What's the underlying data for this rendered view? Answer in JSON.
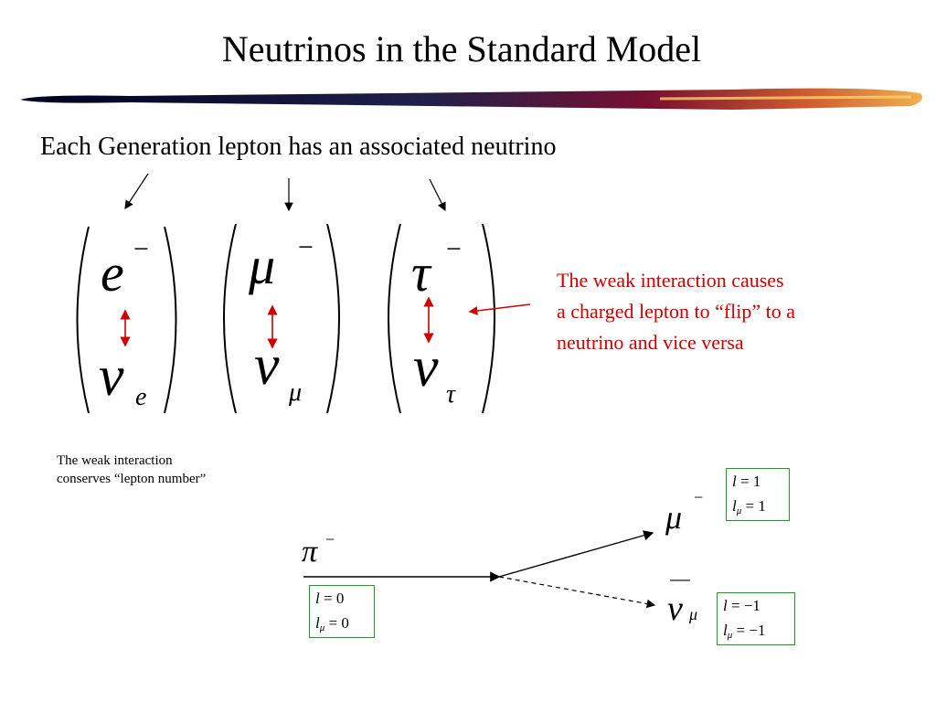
{
  "slide": {
    "title": "Neutrinos in the Standard Model",
    "intro": "Each Generation lepton has an associated neutrino",
    "weak_note_lines": [
      "The weak interaction causes",
      "a charged lepton to “flip” to a",
      "neutrino and vice versa"
    ],
    "conserve_lines": [
      "The weak interaction",
      "conserves “lepton number”"
    ]
  },
  "doublets": [
    {
      "upper": "e",
      "upper_sup": "−",
      "lower": "ν",
      "lower_sub": "e"
    },
    {
      "upper": "μ",
      "upper_sup": "−",
      "lower": "ν",
      "lower_sub": "μ"
    },
    {
      "upper": "τ",
      "upper_sup": "−",
      "lower": "ν",
      "lower_sub": "τ"
    }
  ],
  "decay": {
    "initial": {
      "symbol": "π",
      "sup": "−"
    },
    "muon": {
      "symbol": "μ",
      "sup": "−"
    },
    "antineutrino": {
      "symbol": "ν",
      "sub": "μ",
      "bar": "—"
    }
  },
  "quantum_numbers": {
    "pi": {
      "l_label": "l",
      "l_eq": "= 0",
      "lmu_label": "l",
      "lmu_sub": "μ",
      "lmu_eq": "= 0"
    },
    "mu": {
      "l_label": "l",
      "l_eq": "= 1",
      "lmu_label": "l",
      "lmu_sub": "μ",
      "lmu_eq": "= 1"
    },
    "nu": {
      "l_label": "l",
      "l_eq": "= −1",
      "lmu_label": "l",
      "lmu_sub": "μ",
      "lmu_eq": "= −1"
    }
  },
  "colors": {
    "note_red": "#cc0000",
    "box_green": "#1e9e1e",
    "divider_dark": "#1a1a40",
    "divider_mid": "#7a1030",
    "divider_light": "#e8a030"
  }
}
